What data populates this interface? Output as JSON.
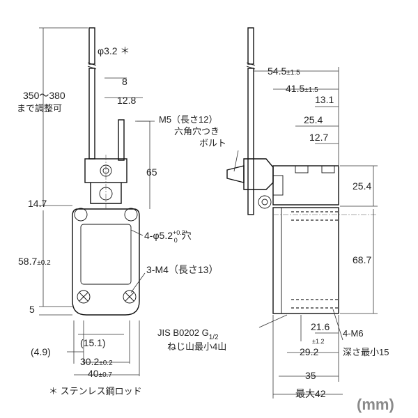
{
  "front_view": {
    "rod_diameter": "φ3.2 ＊",
    "rod_offset": "8",
    "lever_offset": "12.8",
    "rod_length": "350～380",
    "rod_length_note": "まで調整可",
    "bolt_label_line1": "M5（長さ12）",
    "bolt_label_line2": "六角穴つき",
    "bolt_label_line3": "ボルト",
    "lever_height": "65",
    "top_to_hole": "14.7",
    "mount_holes": "4-φ5.2",
    "mount_holes_tol_upper": "+0.2",
    "mount_holes_tol_lower": "0",
    "mount_holes_suffix": "穴",
    "body_height": "58.7",
    "body_height_tol": "±0.2",
    "screws": "3-M4（長さ13）",
    "bottom_offset": "5",
    "left_offset": "(4.9)",
    "inner_width": "(15.1)",
    "hole_pitch": "30.2",
    "hole_pitch_tol": "±0.2",
    "body_width": "40",
    "body_width_tol": "±0.7"
  },
  "side_view": {
    "d54": "54.5",
    "d54_tol": "±1.5",
    "d41": "41.5",
    "d41_tol": "±1.5",
    "d13": "13.1",
    "d25_top": "25.4",
    "d12": "12.7",
    "d25_right": "25.4",
    "d68": "68.7",
    "conduit_line1": "JIS B0202 G",
    "conduit_frac": "1/2",
    "conduit_line2": "ねじ山最小4山",
    "d21": "21.6",
    "d29": "29.2",
    "d29_tol": "±1.2",
    "tap_line1": "4-M6",
    "tap_line2": "深さ最小15",
    "d35": "35",
    "d42": "最大42"
  },
  "footnote": "＊ ステンレス鋼ロッド",
  "unit": "(mm)"
}
